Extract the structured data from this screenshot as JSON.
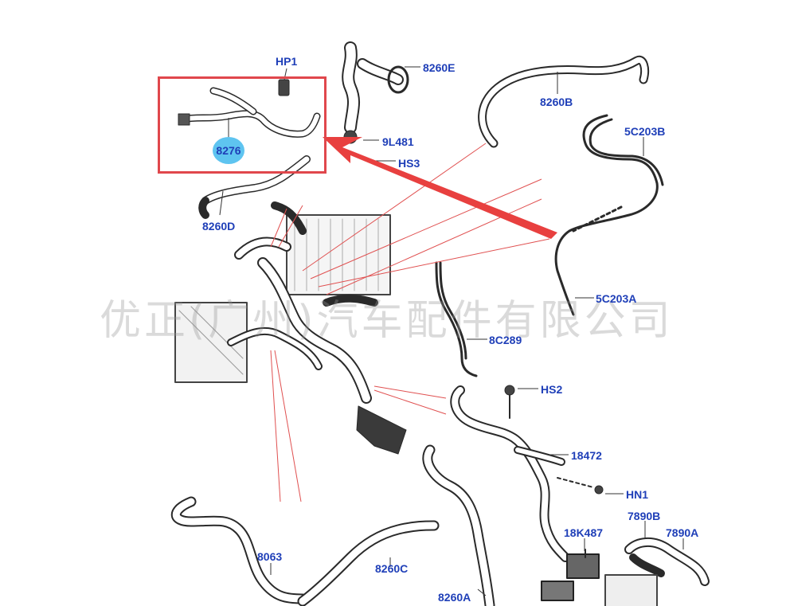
{
  "labels": {
    "hp1": "HP1",
    "p8260e": "8260E",
    "p8260b": "8260B",
    "p9l481": "9L481",
    "hs3": "HS3",
    "p8260d": "8260D",
    "p5c203b": "5C203B",
    "p5c203a": "5C203A",
    "p8c289": "8C289",
    "hs2": "HS2",
    "p18472": "18472",
    "hn1": "HN1",
    "p7890b": "7890B",
    "p7890a": "7890A",
    "p18k487": "18K487",
    "p8063": "8063",
    "p8260c": "8260C",
    "p8260a": "8260A"
  },
  "highlight": {
    "part": "8276",
    "box_color": "#e0474c",
    "badge_color": "#5ec4f0"
  },
  "watermark": "优正(广州)汽车配件有限公司",
  "colors": {
    "label": "#1f3fb8",
    "hose": "#2a2a2a",
    "leader": "#e05050",
    "arrow": "#e8403f"
  }
}
